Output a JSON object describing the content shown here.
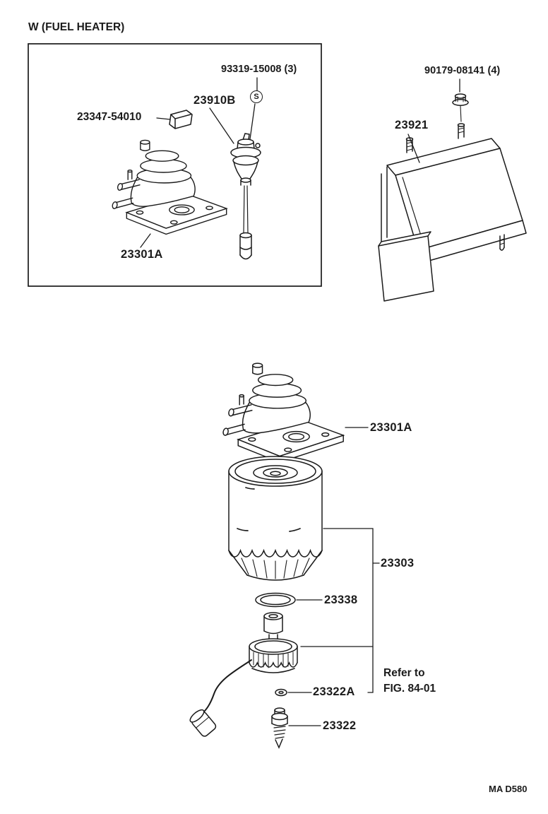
{
  "header": {
    "title": "W (FUEL HEATER)"
  },
  "footer": {
    "code": "MA D580"
  },
  "colors": {
    "ink": "#1b1b1b",
    "paper": "#ffffff"
  },
  "inset": {
    "labels": {
      "screw": "93319-15008 (3)",
      "screw_symbol": "S",
      "valve": "23910B",
      "clip": "23347-54010",
      "pump": "23301A"
    }
  },
  "bracket_group": {
    "labels": {
      "nut": "90179-08141 (4)",
      "bracket": "23921"
    }
  },
  "main_assembly": {
    "labels": {
      "pump": "23301A",
      "filter": "23303",
      "oring": "23338",
      "sensor_sub": "23322A",
      "refer_line1": "Refer to",
      "refer_line2": "FIG. 84‑01",
      "sensor": "23322"
    }
  }
}
